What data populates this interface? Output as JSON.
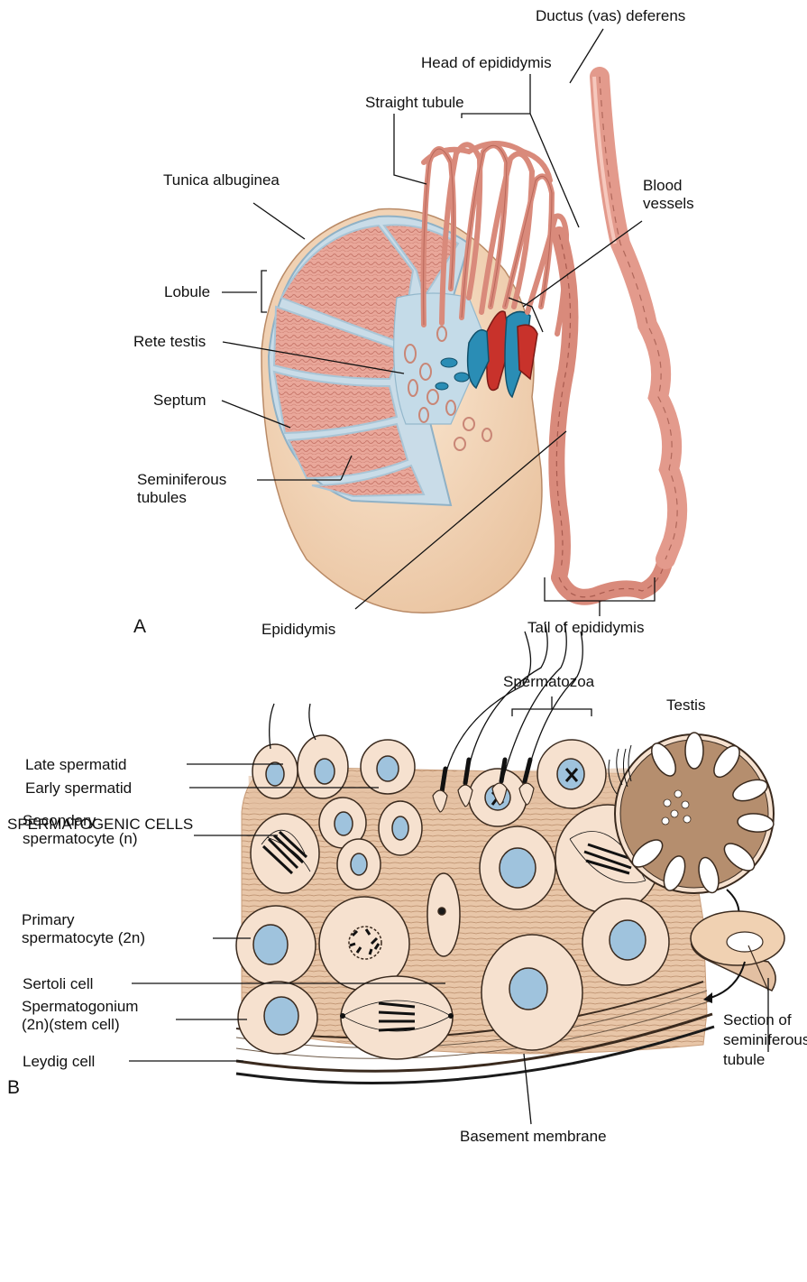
{
  "panel_a": {
    "panel_label": "A",
    "labels": {
      "ductus_deferens": "Ductus (vas) deferens",
      "head_epididymis": "Head of epididymis",
      "straight_tubule": "Straight tubule",
      "tunica_albuginea": "Tunica albuginea",
      "blood_vessels": "Blood\nvessels",
      "lobule": "Lobule",
      "rete_testis": "Rete testis",
      "septum": "Septum",
      "seminiferous_tubules": "Seminiferous\ntubules",
      "epididymis": "Epididymis",
      "tail_epididymis": "Tail of epididymis"
    }
  },
  "panel_b": {
    "panel_label": "B",
    "labels": {
      "spermatozoa": "Spermatozoa",
      "testis": "Testis",
      "spermatogenic_cells": "SPERMATOGENIC CELLS",
      "late_spermatid": "Late spermatid",
      "early_spermatid": "Early spermatid",
      "secondary_spermatocyte": "Secondary\nspermatocyte (n)",
      "primary_spermatocyte": "Primary\nspermatocyte (2n)",
      "sertoli_cell": "Sertoli cell",
      "spermatogonium": "Spermatogonium\n(2n)(stem cell)",
      "leydig_cell": "Leydig cell",
      "section_tubule": "Section of\nseminiferous\ntubule",
      "basement_membrane": "Basement membrane"
    }
  },
  "colors": {
    "tissue_pink": "#e9a79a",
    "capsule_cream": "#f3d9bc",
    "rete_blue": "#bfd7e6",
    "vein_blue": "#2a8db5",
    "artery_red": "#c8322b",
    "nucleus_blue": "#9fc3dd",
    "cell_fill": "#f6e1cf",
    "tissue_tan": "#e3c0a2"
  }
}
